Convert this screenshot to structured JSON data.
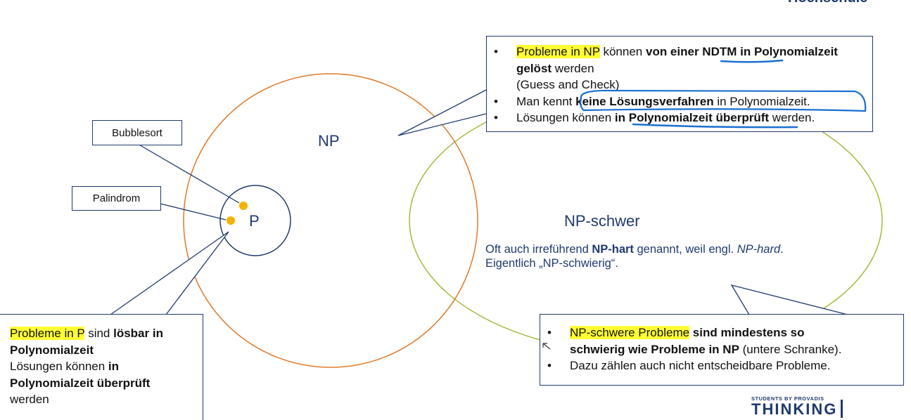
{
  "header": {
    "fragment": "Hochschule"
  },
  "diagram": {
    "np_label": "NP",
    "p_label": "P",
    "np_hard_label": "NP-schwer",
    "np_hard_desc_pre": "Oft auch irreführend ",
    "np_hard_desc_bold": "NP-hart",
    "np_hard_desc_mid": " genannt, weil engl. ",
    "np_hard_desc_italic": "NP-hard",
    "np_hard_desc_end": ".",
    "np_hard_desc_line2": "Eigentlich „NP-schwierig“."
  },
  "labels": {
    "bubblesort": "Bubblesort",
    "palindrom": "Palindrom"
  },
  "np_callout": {
    "item1_hl": "Probleme in NP",
    "item1_mid": " können ",
    "item1_bold": "von einer NDTM in Polynomialzeit gelöst",
    "item1_end": " werden",
    "item1_line2": "(Guess and Check)",
    "item2_pre": "Man kennt ",
    "item2_bold": "keine Lösungsverfahren",
    "item2_end": " in Polynomialzeit.",
    "item3_pre": "Lösungen können ",
    "item3_bold": "in Polynomialzeit überprüft",
    "item3_end": " werden."
  },
  "p_callout": {
    "line1_hl": "Probleme in P",
    "line1_mid": " sind ",
    "line1_bold": "lösbar in",
    "line2_bold": "Polynomialzeit",
    "line3_pre": "Lösungen können ",
    "line3_bold": "in",
    "line4_bold": "Polynomialzeit überprüft",
    "line5": "werden"
  },
  "nps_callout": {
    "item1_hl": "NP-schwere Probleme",
    "item1_bold1": " sind mindestens so",
    "item1_bold2": "schwierig wie Probleme in NP",
    "item1_end": " (untere Schranke).",
    "item2": "Dazu zählen auch nicht entscheidbare Probleme."
  },
  "logo": {
    "small": "STUDENTS BY PROVADIS",
    "big": "THINKING"
  },
  "colors": {
    "np_circle": "#e07a2a",
    "np_hard_circle": "#a8b83a",
    "navy": "#1f3a6e",
    "dot": "#f5b300",
    "highlight": "#ffff33",
    "pen": "#1a6fd1"
  }
}
